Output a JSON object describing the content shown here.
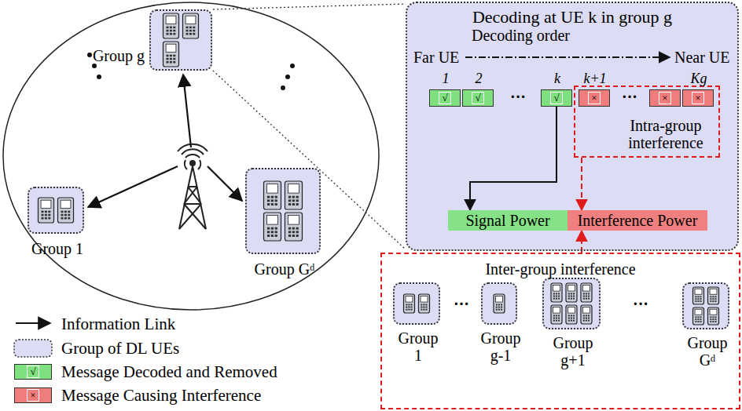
{
  "diagram": {
    "nodes": [
      {
        "text": [
          "Group g"
        ]
      },
      {
        "text": [
          "Group 1"
        ]
      },
      {
        "text": [
          "Group Gᵈ"
        ]
      },
      {
        "text": [
          "Decoding at UE k in group g"
        ]
      },
      {
        "text": [
          "Signal Power"
        ],
        "in": 3
      },
      {
        "text": [
          "Interference Power"
        ],
        "in": 3
      },
      {
        "text": [
          "Intra-group interference"
        ],
        "in": 3
      },
      {
        "text": [
          "1",
          "√"
        ],
        "in": 3
      },
      {
        "text": [
          "2",
          "√"
        ],
        "in": 3
      },
      {
        "text": [
          "k",
          "√"
        ],
        "in": 3
      },
      {
        "text": [
          "k+1",
          "×"
        ],
        "in": 6
      },
      {
        "text": [
          "×"
        ],
        "in": 6
      },
      {
        "text": [
          "Kg",
          "×"
        ],
        "in": 6
      },
      {
        "text": [
          "Inter-group interference"
        ]
      },
      {
        "text": [
          "Group 1"
        ],
        "in": 13
      },
      {
        "text": [
          "Group g-1"
        ],
        "in": 13
      },
      {
        "text": [
          "Group g+1"
        ],
        "in": 13
      },
      {
        "text": [
          "Group Gᵈ"
        ],
        "in": 13
      }
    ],
    "edges": [
      {
        "from": 9,
        "to": 4,
        "arrow": "to"
      },
      {
        "from": 6,
        "to": 5,
        "arrow": "to"
      },
      {
        "from": 13,
        "to": 5,
        "arrow": "to"
      }
    ],
    "labels": [
      "Decoding order",
      "Far UE",
      "Near UE",
      "···",
      "···",
      "···",
      "···",
      "√",
      "×"
    ],
    "legend": [
      {
        "text": "Information Link"
      },
      {
        "text": "Group of DL UEs"
      },
      {
        "text": "Message Decoded and Removed",
        "color": "#7ee07e"
      },
      {
        "text": "Message Causing Interference",
        "color": "#f07c7c"
      }
    ]
  }
}
